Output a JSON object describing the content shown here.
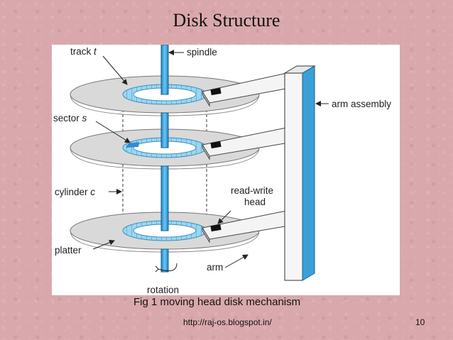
{
  "slide": {
    "title": "Disk Structure",
    "caption": "Fig 1 moving head disk mechanism",
    "footer_url": "http://raj-os.blogspot.in/",
    "page_number": "10"
  },
  "diagram": {
    "labels": {
      "track": "track",
      "track_var": "t",
      "spindle": "spindle",
      "arm_assembly": "arm assembly",
      "sector": "sector",
      "sector_var": "s",
      "cylinder": "cylinder",
      "cylinder_var": "c",
      "read_write_line1": "read-write",
      "read_write_line2": "head",
      "platter": "platter",
      "arm": "arm",
      "rotation": "rotation"
    },
    "colors": {
      "spindle": "#3aa0d8",
      "platter": "#d8d8d8",
      "track_ring": "#8fd0f0",
      "sector_highlight": "#2a8fd0"
    }
  }
}
